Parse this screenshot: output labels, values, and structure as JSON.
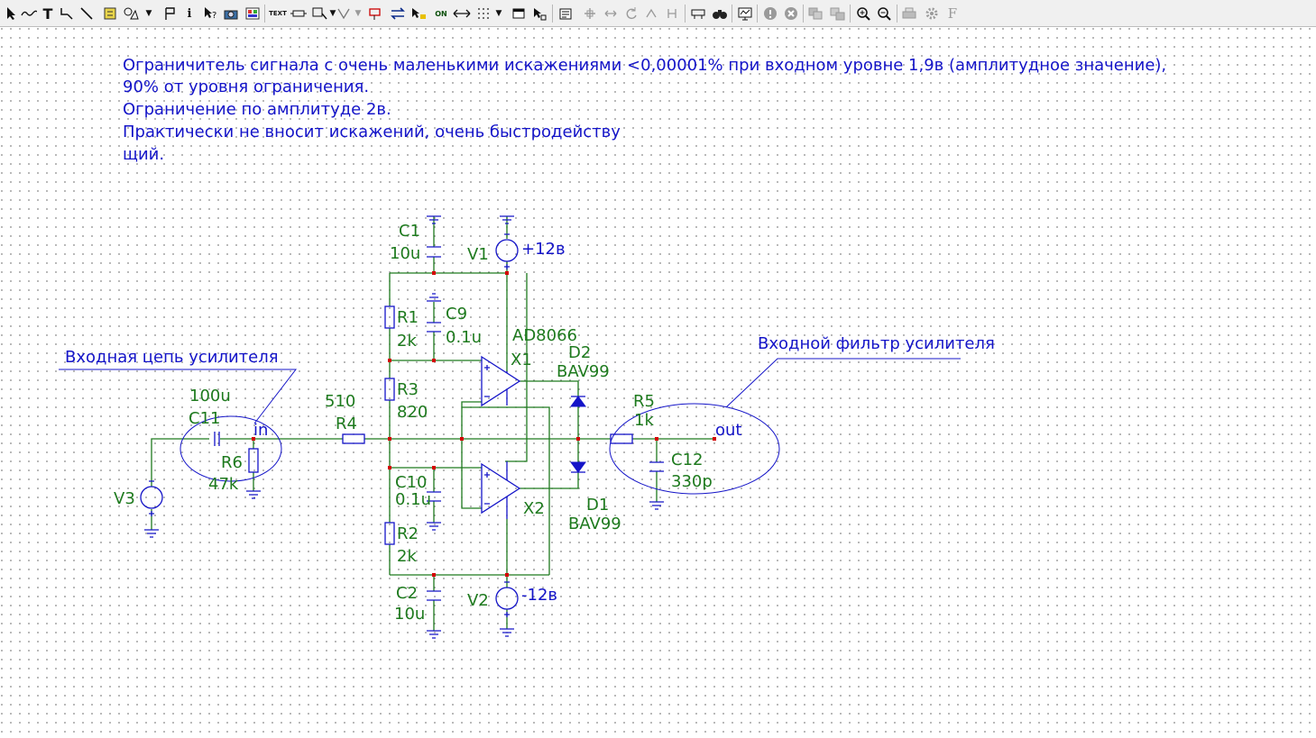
{
  "toolbar": {
    "text_tool": "TEXT",
    "on_toggle": "ON",
    "font_button": "F"
  },
  "notes": {
    "line1": "Ограничитель сигнала с очень маленькими искажениями <0,00001% при входном уровне 1,9в (амплитудное значение),",
    "line2": " 90% от уровня ограничения.",
    "line3": "Ограничение по амплитуде 2в.",
    "line4": "Практически не вносит искажений, очень быстродейству",
    "line5": "щий."
  },
  "annotations": {
    "input_circuit": "Входная цепь усилителя",
    "input_filter": "Входной фильтр усилителя"
  },
  "components": {
    "C1": {
      "name": "C1",
      "value": "10u"
    },
    "V1": {
      "name": "V1",
      "value": "+12в"
    },
    "R1": {
      "name": "R1",
      "value": "2k"
    },
    "C9": {
      "name": "C9",
      "value": "0.1u"
    },
    "X1": {
      "name": "X1",
      "model": "AD8066"
    },
    "D2": {
      "name": "D2",
      "model": "BAV99"
    },
    "R3": {
      "name": "R3",
      "value": "820"
    },
    "R4": {
      "name": "R4",
      "value": "510"
    },
    "C11": {
      "name": "C11",
      "value": "100u"
    },
    "R6": {
      "name": "R6",
      "value": "47k"
    },
    "V3": {
      "name": "V3"
    },
    "R5": {
      "name": "R5",
      "value": "1k"
    },
    "C12": {
      "name": "C12",
      "value": "330p"
    },
    "C10": {
      "name": "C10",
      "value": "0.1u"
    },
    "X2": {
      "name": "X2"
    },
    "D1": {
      "name": "D1",
      "model": "BAV99"
    },
    "R2": {
      "name": "R2",
      "value": "2k"
    },
    "C2": {
      "name": "C2",
      "value": "10u"
    },
    "V2": {
      "name": "V2",
      "value": "-12в"
    }
  },
  "nets": {
    "in": "in",
    "out": "out"
  },
  "colors": {
    "wire": "#1e7a1e",
    "component": "#1414c8",
    "junction": "#d40000",
    "text_note": "#1414c8",
    "background": "#ffffff",
    "grid_dot": "#7a7a7a"
  }
}
